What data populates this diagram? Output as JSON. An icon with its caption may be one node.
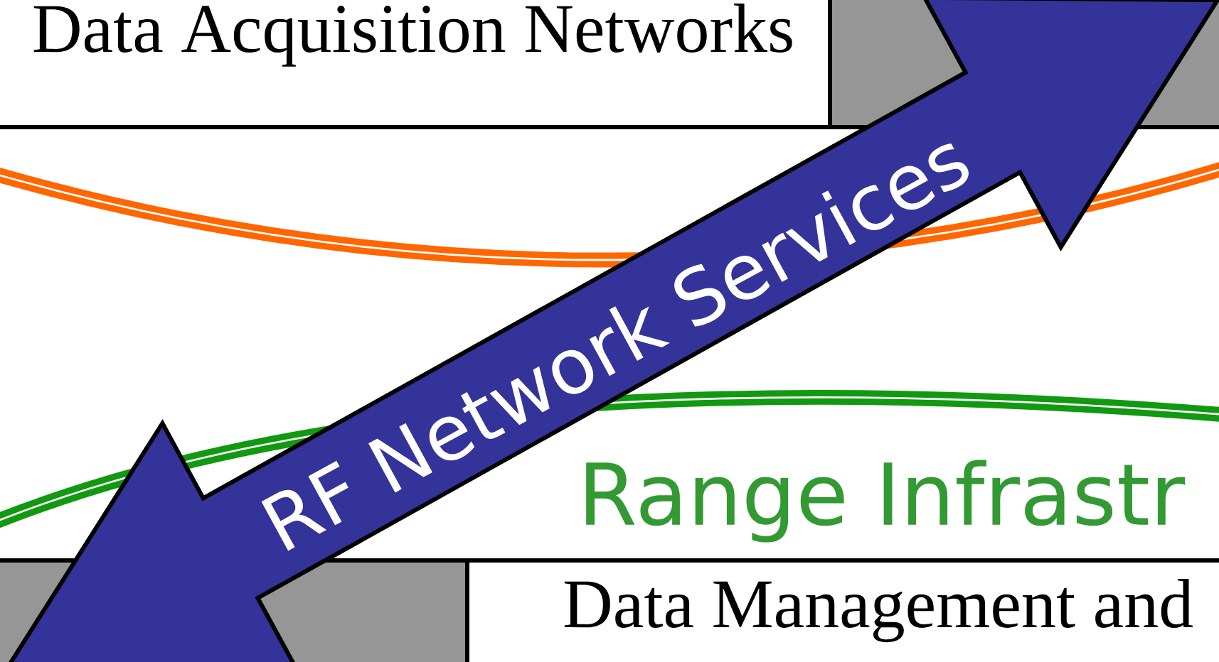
{
  "diagram": {
    "nodes": [
      {
        "text": [
          "Data Acquisition Networks"
        ]
      },
      {
        "text": [],
        "shape": "box"
      },
      {
        "text": [],
        "shape": "box"
      },
      {
        "text": [
          "Data Management and"
        ]
      }
    ],
    "edges": [
      {
        "from": 2,
        "to": 1,
        "arrow": "both",
        "label": "RF Network Services"
      }
    ],
    "labels": [
      "Range Infrastr"
    ]
  }
}
